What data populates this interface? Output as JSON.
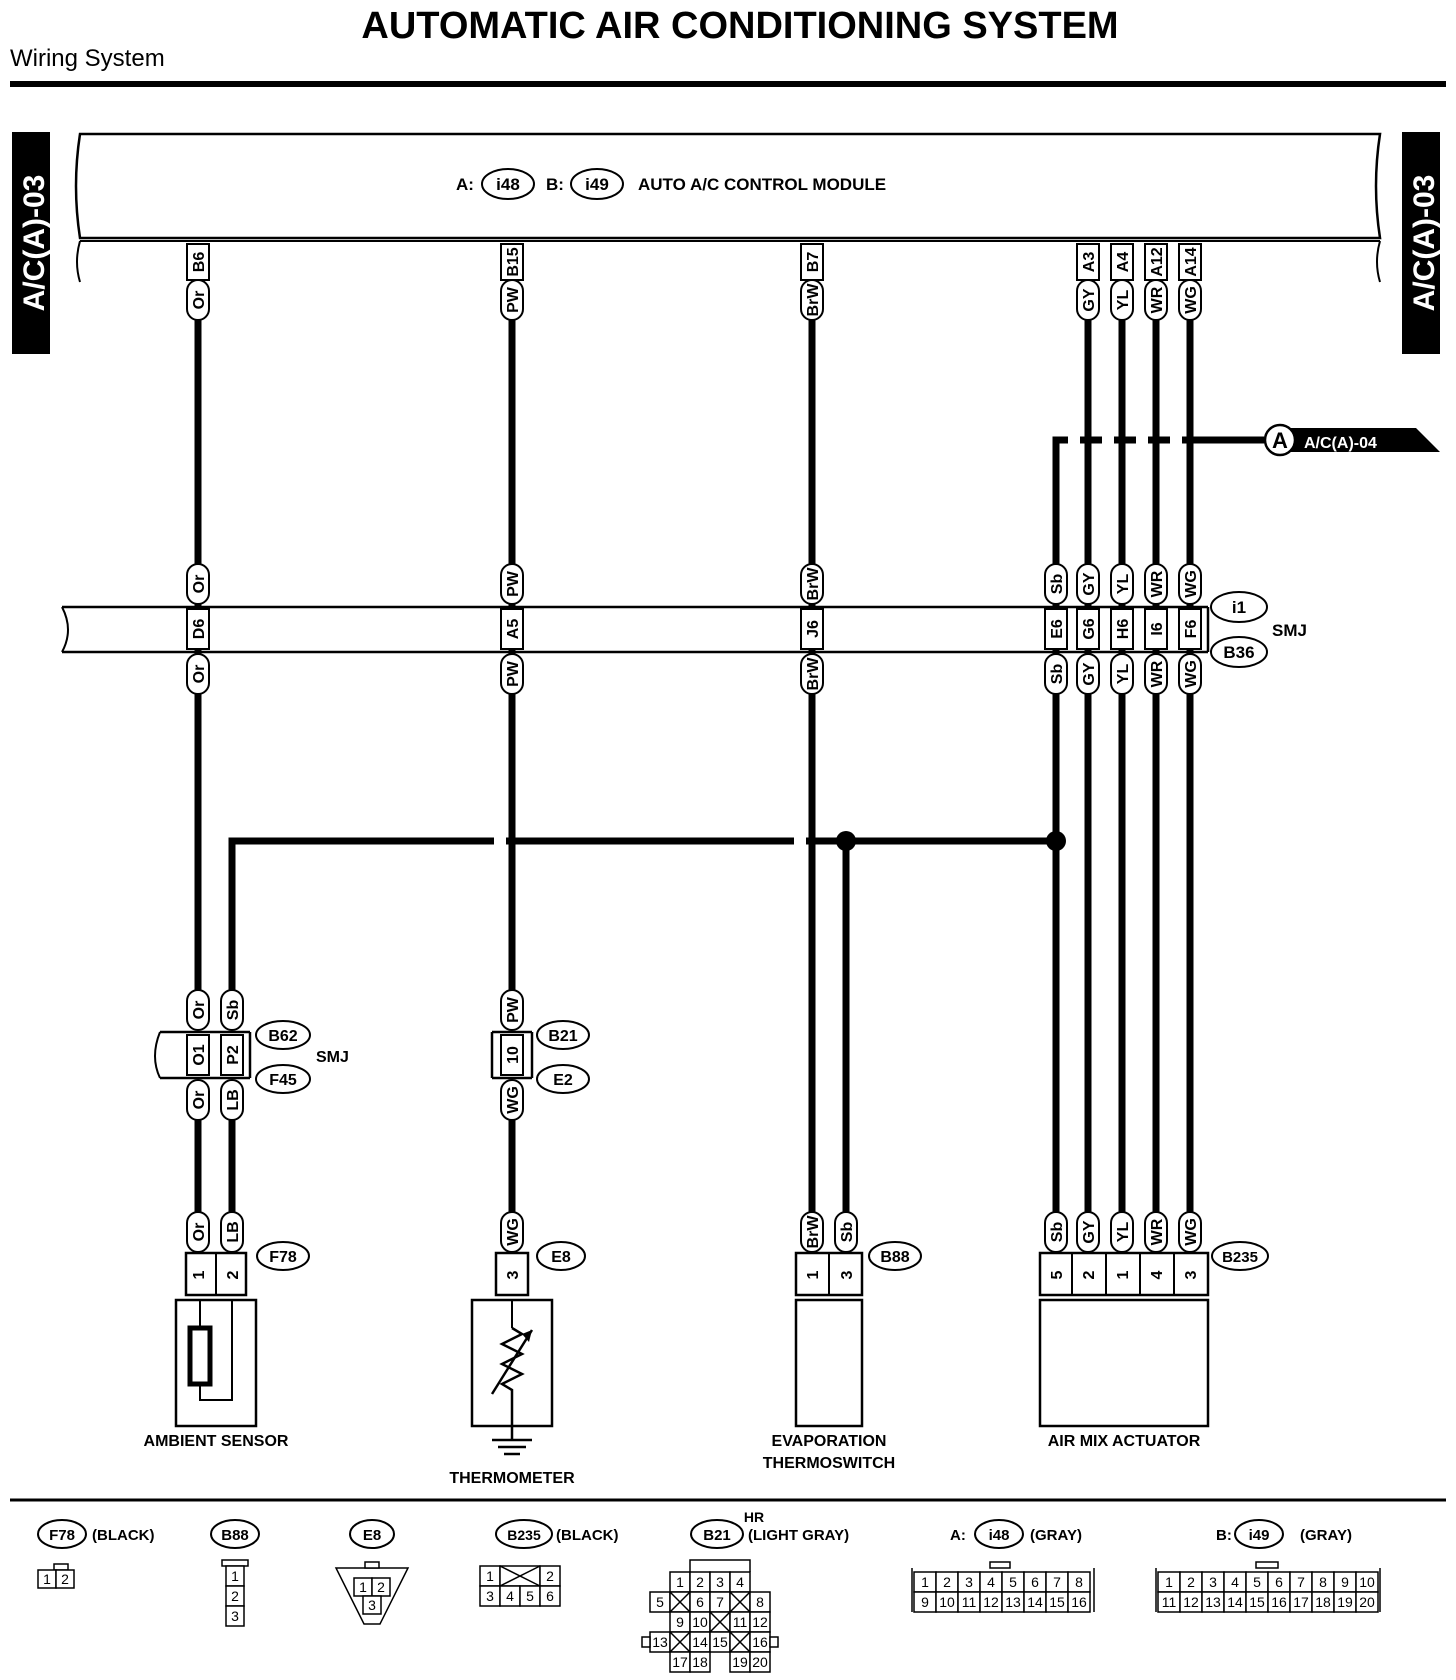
{
  "header": {
    "title": "AUTOMATIC AIR CONDITIONING SYSTEM",
    "subtitle": "Wiring System"
  },
  "page_tags": {
    "left": "A/C(A)-03",
    "right": "A/C(A)-03"
  },
  "module": {
    "a_prefix": "A:",
    "a_connector": "i48",
    "b_prefix": "B:",
    "b_connector": "i49",
    "name": "AUTO A/C CONTROL MODULE"
  },
  "module_pins": [
    {
      "pin": "B6",
      "color": "Or"
    },
    {
      "pin": "B15",
      "color": "PW"
    },
    {
      "pin": "B7",
      "color": "BrW"
    },
    {
      "pin": "A3",
      "color": "GY"
    },
    {
      "pin": "A4",
      "color": "YL"
    },
    {
      "pin": "A12",
      "color": "WR"
    },
    {
      "pin": "A14",
      "color": "WG"
    }
  ],
  "offpage": {
    "letter": "A",
    "ref": "A/C(A)-04"
  },
  "smj1": {
    "top_connector": "i1",
    "bottom_connector": "B36",
    "label": "SMJ",
    "pins": [
      {
        "top": "Or",
        "pin": "D6",
        "bottom": "Or"
      },
      {
        "top": "PW",
        "pin": "A5",
        "bottom": "PW"
      },
      {
        "top": "BrW",
        "pin": "J6",
        "bottom": "BrW"
      },
      {
        "top": "Sb",
        "pin": "E6",
        "bottom": "Sb"
      },
      {
        "top": "GY",
        "pin": "G6",
        "bottom": "GY"
      },
      {
        "top": "YL",
        "pin": "H6",
        "bottom": "YL"
      },
      {
        "top": "WR",
        "pin": "I6",
        "bottom": "WR"
      },
      {
        "top": "WG",
        "pin": "F6",
        "bottom": "WG"
      }
    ]
  },
  "smj2": {
    "top_connector": "B62",
    "bottom_connector": "F45",
    "label": "SMJ",
    "pins": [
      {
        "top": "Or",
        "pin": "O1",
        "bottom": "Or"
      },
      {
        "top": "Sb",
        "pin": "P2",
        "bottom": "LB"
      }
    ]
  },
  "b21_joint": {
    "top_connector": "B21",
    "bottom_connector": "E2",
    "top": "PW",
    "pin": "10",
    "bottom": "WG"
  },
  "components": [
    {
      "connector": "F78",
      "name": "AMBIENT SENSOR",
      "pins": [
        {
          "color": "Or",
          "pin": "1"
        },
        {
          "color": "LB",
          "pin": "2"
        }
      ]
    },
    {
      "connector": "E8",
      "name": "THERMOMETER",
      "pins": [
        {
          "color": "WG",
          "pin": "3"
        }
      ]
    },
    {
      "connector": "B88",
      "name": "EVAPORATION",
      "name2": "THERMOSWITCH",
      "pins": [
        {
          "color": "BrW",
          "pin": "1"
        },
        {
          "color": "Sb",
          "pin": "3"
        }
      ]
    },
    {
      "connector": "B235",
      "name": "AIR MIX ACTUATOR",
      "pins": [
        {
          "color": "Sb",
          "pin": "5"
        },
        {
          "color": "GY",
          "pin": "2"
        },
        {
          "color": "YL",
          "pin": "1"
        },
        {
          "color": "WR",
          "pin": "4"
        },
        {
          "color": "WG",
          "pin": "3"
        }
      ]
    }
  ],
  "legend": {
    "f78": {
      "id": "F78",
      "color": "(BLACK)",
      "pins": [
        "1",
        "2"
      ]
    },
    "b88": {
      "id": "B88",
      "pins": [
        "1",
        "2",
        "3"
      ]
    },
    "e8": {
      "id": "E8",
      "pins": [
        "1",
        "2",
        "3"
      ]
    },
    "b235": {
      "id": "B235",
      "color": "(BLACK)",
      "pins": [
        "1",
        "2",
        "3",
        "4",
        "5",
        "6"
      ]
    },
    "b21": {
      "id": "B21",
      "type": "HR",
      "color": "(LIGHT GRAY)",
      "pins": [
        "1",
        "2",
        "3",
        "4",
        "5",
        "6",
        "7",
        "8",
        "9",
        "10",
        "11",
        "12",
        "13",
        "14",
        "15",
        "16",
        "17",
        "18",
        "19",
        "20"
      ]
    },
    "i48": {
      "prefix": "A:",
      "id": "i48",
      "color": "(GRAY)",
      "pins": [
        "1",
        "2",
        "3",
        "4",
        "5",
        "6",
        "7",
        "8",
        "9",
        "10",
        "11",
        "12",
        "13",
        "14",
        "15",
        "16"
      ]
    },
    "i49": {
      "prefix": "B:",
      "id": "i49",
      "color": "(GRAY)",
      "pins": [
        "1",
        "2",
        "3",
        "4",
        "5",
        "6",
        "7",
        "8",
        "9",
        "10",
        "11",
        "12",
        "13",
        "14",
        "15",
        "16",
        "17",
        "18",
        "19",
        "20"
      ]
    }
  }
}
